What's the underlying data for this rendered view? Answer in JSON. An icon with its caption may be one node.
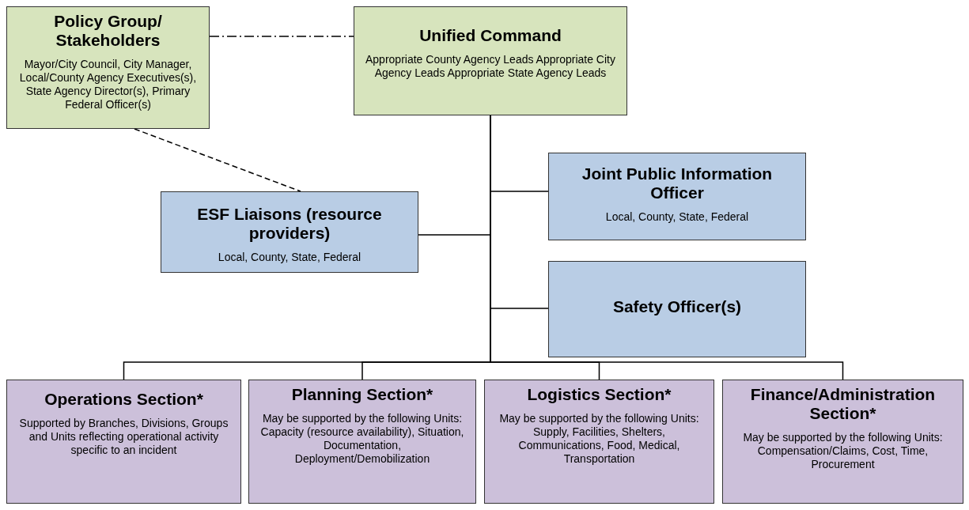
{
  "diagram": {
    "nodes": [
      {
        "text": [
          "Policy Group/ Stakeholders",
          "Mayor/City Council, City Manager, Local/County Agency Executives(s), State Agency Director(s), Primary Federal Officer(s)"
        ]
      },
      {
        "text": [
          "Unified Command",
          "Appropriate County Agency Leads Appropriate City Agency Leads Appropriate State Agency Leads"
        ]
      },
      {
        "text": [
          "ESF Liaisons (resource providers)",
          "Local, County, State, Federal"
        ]
      },
      {
        "text": [
          "Joint Public Information Officer",
          "Local, County, State, Federal"
        ]
      },
      {
        "text": [
          "Safety Officer(s)"
        ]
      },
      {
        "text": [
          "Operations Section*",
          "Supported by Branches, Divisions, Groups and Units reflecting operational activity specific to an incident"
        ]
      },
      {
        "text": [
          "Planning Section*",
          "May be supported by the following Units:  Capacity (resource availability), Situation, Documentation, Deployment/Demobilization"
        ]
      },
      {
        "text": [
          "Logistics Section*",
          "May be supported by the following Units:  Supply, Facilities, Shelters, Communications, Food, Medical, Transportation"
        ]
      },
      {
        "text": [
          "Finance/Administration Section*",
          "May be supported by the following Units:  Compensation/Claims, Cost, Time, Procurement"
        ]
      }
    ],
    "edges": [
      {
        "from": 0,
        "to": 1,
        "arrow": "none",
        "style": "dashed"
      },
      {
        "from": 0,
        "to": 2,
        "arrow": "none",
        "style": "dashed"
      },
      {
        "from": 1,
        "to": 3,
        "arrow": "none"
      },
      {
        "from": 1,
        "to": 2,
        "arrow": "none"
      },
      {
        "from": 1,
        "to": 4,
        "arrow": "none"
      },
      {
        "from": 1,
        "to": 5,
        "arrow": "none"
      },
      {
        "from": 1,
        "to": 6,
        "arrow": "none"
      },
      {
        "from": 1,
        "to": 7,
        "arrow": "none"
      },
      {
        "from": 1,
        "to": 8,
        "arrow": "none"
      }
    ]
  }
}
